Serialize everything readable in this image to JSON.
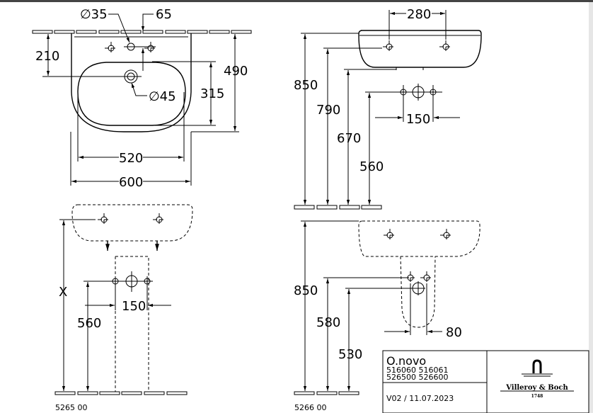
{
  "views": {
    "top_left": {
      "d_tap": "∅35",
      "d65": "65",
      "d210": "210",
      "d490": "490",
      "d315": "315",
      "d_drain": "∅45",
      "d520": "520",
      "d600": "600"
    },
    "top_right": {
      "d280": "280",
      "d850": "850",
      "d790": "790",
      "d670": "670",
      "d560": "560",
      "d150": "150"
    },
    "bottom_left": {
      "dx": "X",
      "d560": "560",
      "d150": "150",
      "code": "5265 00"
    },
    "bottom_right": {
      "d850": "850",
      "d580": "580",
      "d530": "530",
      "d80": "80",
      "code": "5266 00"
    }
  },
  "title_block": {
    "product": "O.novo",
    "articles_1": "516060 516061",
    "articles_2": "526500 526600",
    "version": "V02 / 11.07.2023",
    "brand": "Villeroy & Boch",
    "brand_year": "1748"
  }
}
